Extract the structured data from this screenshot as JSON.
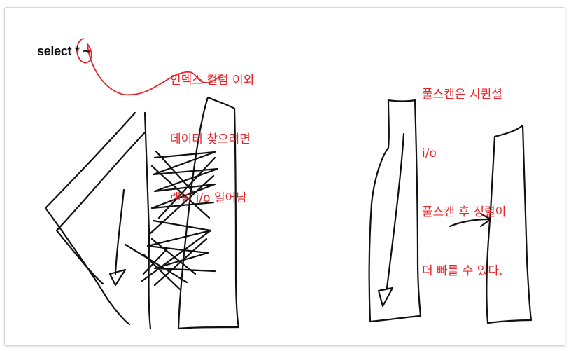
{
  "code": {
    "text": "select * ~"
  },
  "notes": {
    "random_io": {
      "lines": [
        "인덱스 컬럼 이외",
        "데이터 찾으려면",
        "랜덤 i/o 일어남"
      ]
    },
    "full_scan": {
      "lines": [
        "풀스캔은 시퀀셜",
        "i/o",
        "풀스캔 후 정렬이",
        "더 빠를 수 있다."
      ]
    }
  },
  "colors": {
    "annotation": "#e8242a",
    "ink": "#111111"
  }
}
